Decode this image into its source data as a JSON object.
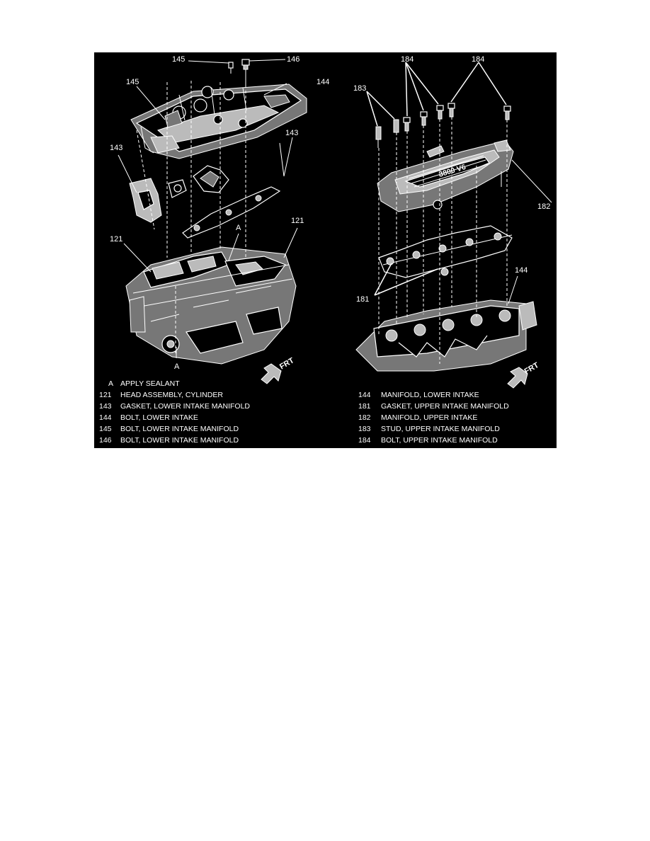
{
  "figure": {
    "callouts": {
      "left_145_top": "145",
      "left_146": "146",
      "left_145": "145",
      "left_144": "144",
      "left_143_right": "143",
      "left_143_left": "143",
      "left_121_left": "121",
      "left_121_right": "121",
      "left_A_upper": "A",
      "left_A_lower": "A",
      "right_183": "183",
      "right_184_left": "184",
      "right_184_right": "184",
      "right_182": "182",
      "right_181": "181",
      "right_144": "144"
    },
    "frt_left": "FRT",
    "frt_right": "FRT",
    "engine_badge": "3800 V6",
    "legend_left": [
      {
        "code": "A",
        "desc": "APPLY SEALANT"
      },
      {
        "code": "121",
        "desc": "HEAD ASSEMBLY, CYLINDER"
      },
      {
        "code": "143",
        "desc": "GASKET, LOWER INTAKE MANIFOLD"
      },
      {
        "code": "144",
        "desc": "BOLT, LOWER INTAKE"
      },
      {
        "code": "145",
        "desc": "BOLT, LOWER INTAKE MANIFOLD"
      },
      {
        "code": "146",
        "desc": "BOLT, LOWER INTAKE MANIFOLD"
      }
    ],
    "legend_right": [
      {
        "code": "144",
        "desc": "MANIFOLD, LOWER INTAKE"
      },
      {
        "code": "181",
        "desc": "GASKET, UPPER INTAKE MANIFOLD"
      },
      {
        "code": "182",
        "desc": "MANIFOLD, UPPER INTAKE"
      },
      {
        "code": "183",
        "desc": "STUD, UPPER INTAKE MANIFOLD"
      },
      {
        "code": "184",
        "desc": "BOLT, UPPER INTAKE MANIFOLD"
      }
    ]
  }
}
